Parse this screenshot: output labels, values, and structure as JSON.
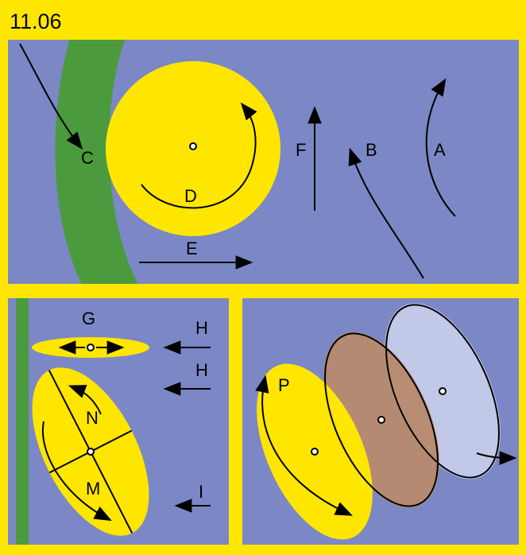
{
  "colors": {
    "frame": "#ffe600",
    "water": "#7b88c5",
    "land": "#4b9a3d",
    "disc": "#ffe600",
    "brown_disc": "#b78a6e",
    "pale_disc": "#cfd3ec",
    "ink": "#000000"
  },
  "header": {
    "title": "11.06"
  },
  "top_panel": {
    "labels": {
      "a": "A",
      "b": "B",
      "c": "C",
      "d": "D",
      "e": "E",
      "f": "F"
    }
  },
  "bottom_left_panel": {
    "labels": {
      "g": "G",
      "h1": "H",
      "h2": "H",
      "i": "I",
      "m": "M",
      "n": "N"
    }
  },
  "bottom_right_panel": {
    "labels": {
      "p": "P"
    }
  }
}
